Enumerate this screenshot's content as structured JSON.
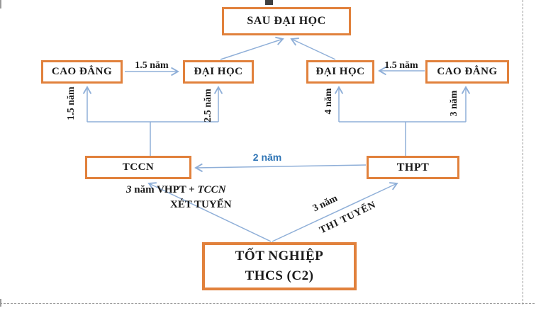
{
  "page": {
    "title": "So do he thong giao duc (education pathway diagram)",
    "box_border_color": "#E1813C",
    "connector_color": "#8FAFD8",
    "accent_blue_text": "#2E74B5"
  },
  "boxes": {
    "sau_dai_hoc": {
      "label": "SAU ĐẠI HỌC"
    },
    "cao_dang_left": {
      "label": "CAO ĐẲNG"
    },
    "dai_hoc_left": {
      "label": "ĐẠI HỌC"
    },
    "dai_hoc_right": {
      "label": "ĐẠI HỌC"
    },
    "cao_dang_right": {
      "label": "CAO ĐẲNG"
    },
    "tccn": {
      "label": "TCCN"
    },
    "thpt": {
      "label": "THPT"
    },
    "tot_nghiep": {
      "line1": "TỐT NGHIỆP",
      "line2": "THCS (C2)"
    }
  },
  "edge_labels": {
    "cd_left_to_dh_left": "1.5 năm",
    "cd_right_to_dh_right": "1.5 năm",
    "tccn_to_cao_dang": "1.5 năm",
    "tccn_to_dai_hoc": "2.5 năm",
    "thpt_to_dai_hoc": "4 năm",
    "thpt_to_cao_dang": "3 năm",
    "thpt_to_tccn": "2 năm",
    "thcs_to_tccn_part1": "3",
    "thcs_to_tccn_part2": " năm VHPT + ",
    "thcs_to_tccn_part3": "TCCN",
    "thcs_to_tccn_line2": "XÉT TUYỂN",
    "thcs_to_thpt_duration": "3 năm",
    "thcs_to_thpt_method": "THI TUYỂN"
  }
}
